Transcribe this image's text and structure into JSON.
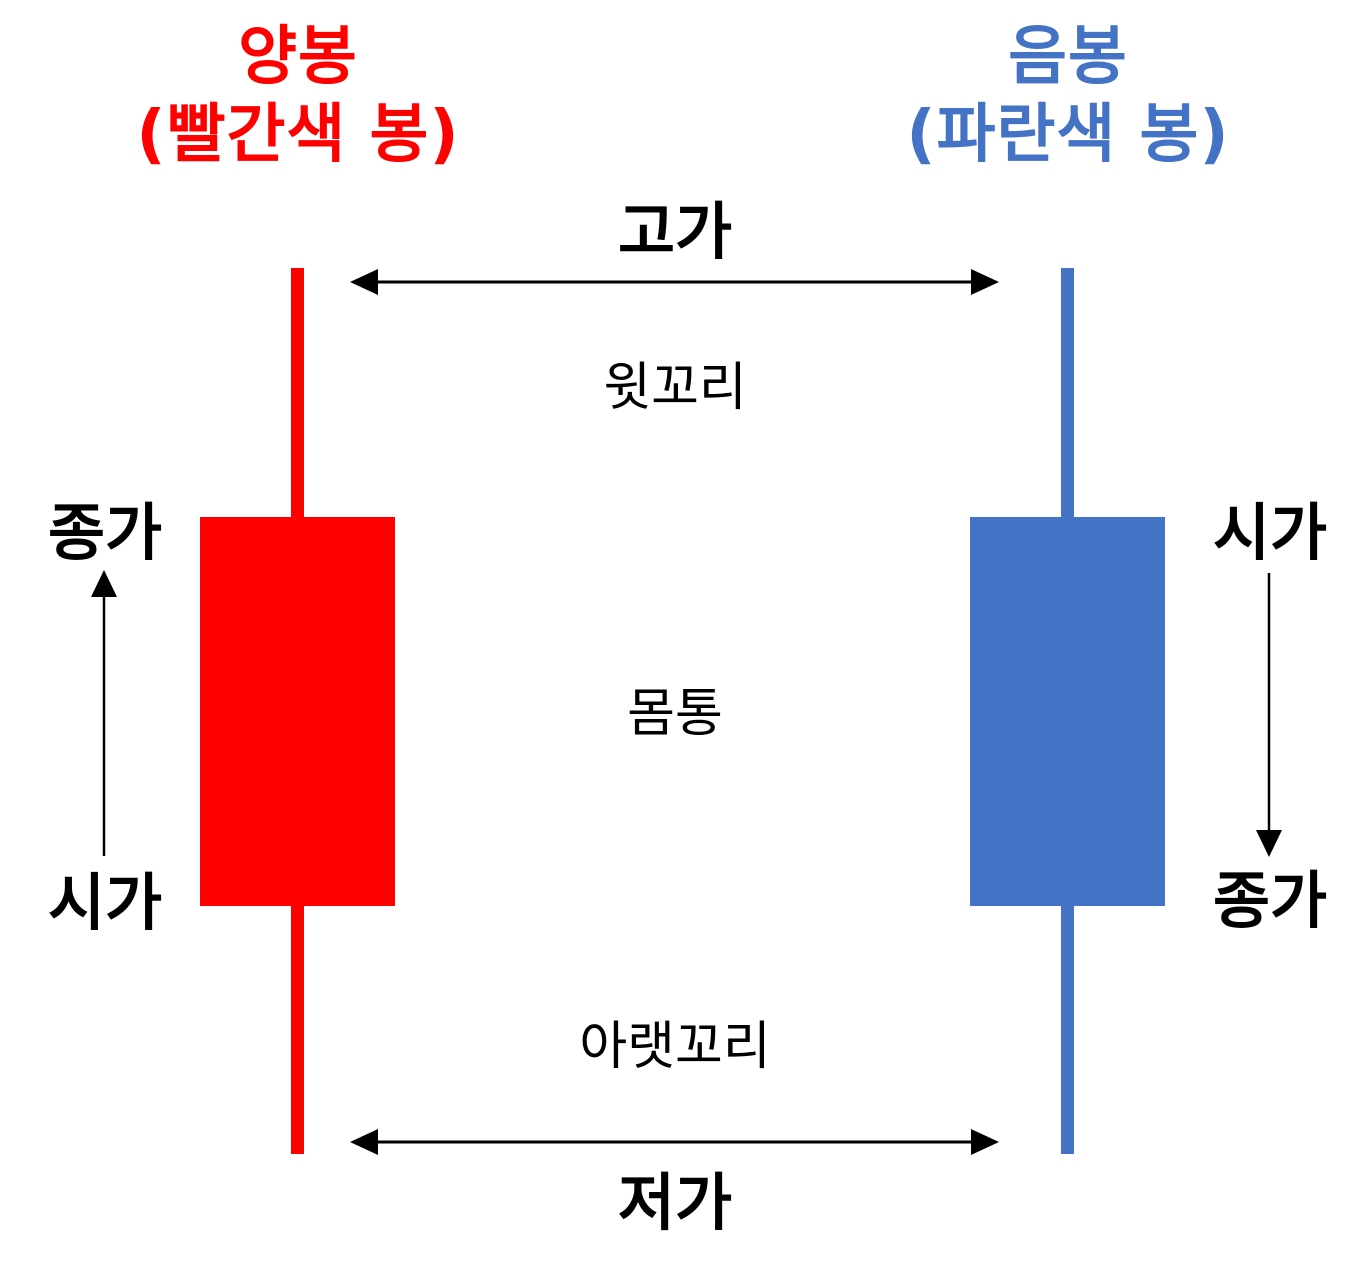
{
  "colors": {
    "bullish": "#ff0000",
    "bearish": "#4472c4",
    "text": "#000000",
    "background": "#ffffff"
  },
  "bullish_candle": {
    "title_line1": "양봉",
    "title_line2": "(빨간색 봉)",
    "top_label": "종가",
    "bottom_label": "시가",
    "arrow_direction": "up"
  },
  "bearish_candle": {
    "title_line1": "음봉",
    "title_line2": "(파란색 봉)",
    "top_label": "시가",
    "bottom_label": "종가",
    "arrow_direction": "down"
  },
  "center_labels": {
    "high": "고가",
    "upper_shadow": "윗꼬리",
    "body": "몸통",
    "lower_shadow": "아랫꼬리",
    "low": "저가"
  }
}
